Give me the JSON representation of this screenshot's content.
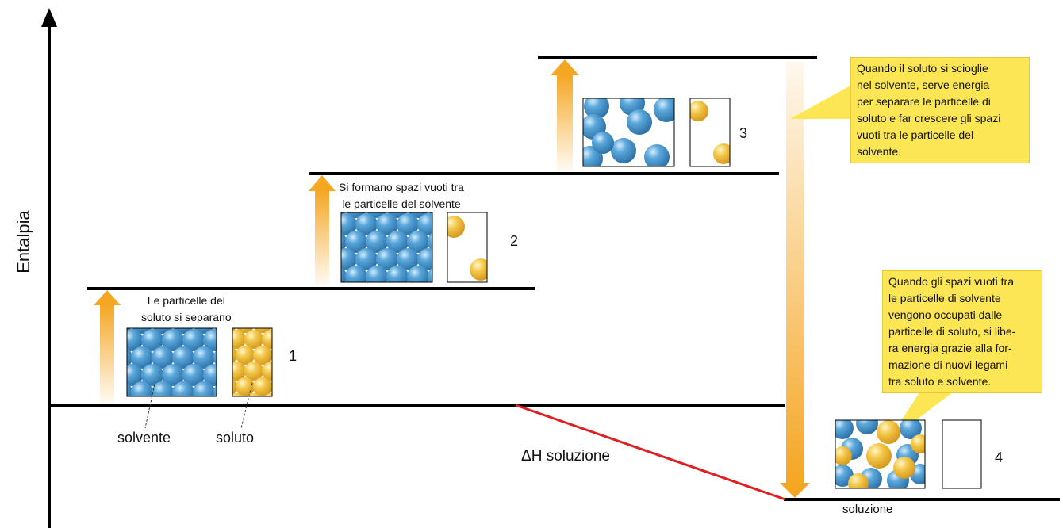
{
  "axis": {
    "y_label": "Entalpia"
  },
  "steps": [
    {
      "number": "1",
      "caption": "Le particelle del\nsoluto si separano"
    },
    {
      "number": "2",
      "caption": "Si formano spazi vuoti tra\nle particelle del solvente"
    },
    {
      "number": "3"
    },
    {
      "number": "4",
      "level_label": "soluzione"
    }
  ],
  "labels": {
    "solvent": "solvente",
    "solute": "soluto",
    "delta_h": "ΔH soluzione"
  },
  "callouts": {
    "top": "Quando il soluto si scioglie\nnel solvente, serve energia\nper separare le particelle di\nsoluto e far crescere gli spazi\nvuoti tra le particelle del\nsolvente.",
    "bottom": "Quando gli spazi vuoti tra\nle particelle di solvente\nvengono occupati dalle\nparticelle di soluto, si libe-\nra energia grazie alla for-\nmazione di nuovi legami\ntra soluto e solvente."
  },
  "colors": {
    "solvent_particle": "#4a97cf",
    "solute_particle": "#f2c040",
    "arrow": "#f5a623",
    "delta_line": "#e02020",
    "callout": "#fde654"
  }
}
